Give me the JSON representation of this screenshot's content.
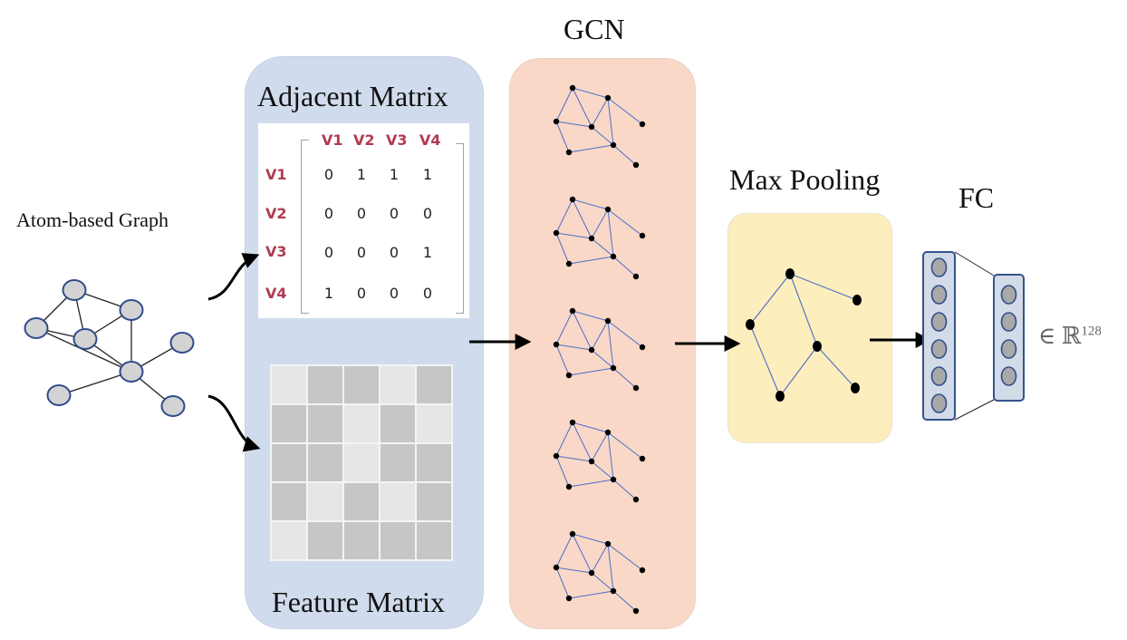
{
  "labels": {
    "gcn": "GCN",
    "adjacent_matrix": "Adjacent Matrix",
    "atom_graph": "Atom-based Graph",
    "max_pooling": "Max Pooling",
    "fc": "FC",
    "feature_matrix": "Feature Matrix",
    "output_space": "∈ ℝ",
    "output_dim": "128"
  },
  "adjacency": {
    "vertices": [
      "V1",
      "V2",
      "V3",
      "V4"
    ],
    "rows": [
      [
        0,
        1,
        1,
        1
      ],
      [
        0,
        0,
        0,
        0
      ],
      [
        0,
        0,
        0,
        1
      ],
      [
        1,
        0,
        0,
        0
      ]
    ]
  },
  "feature_matrix": {
    "rows": [
      [
        "light",
        "dark",
        "dark",
        "light",
        "dark"
      ],
      [
        "dark",
        "dark",
        "light",
        "dark",
        "light"
      ],
      [
        "dark",
        "dark",
        "light",
        "dark",
        "dark"
      ],
      [
        "dark",
        "light",
        "dark",
        "light",
        "dark"
      ],
      [
        "light",
        "dark",
        "dark",
        "dark",
        "dark"
      ]
    ]
  },
  "fc": {
    "input_nodes": 6,
    "output_nodes": 4
  },
  "colors": {
    "input_panel": "#d0dced",
    "gcn_panel": "#f9d8c7",
    "pool_panel": "#fdeebd",
    "graph_node_fill": "#d3d3d3",
    "graph_node_stroke": "#2f4c8a",
    "gcn_edge": "#4a6ec9",
    "vertex_label": "#b03a50",
    "cell_light": "#e6e6e6",
    "cell_dark": "#c6c6c6"
  }
}
